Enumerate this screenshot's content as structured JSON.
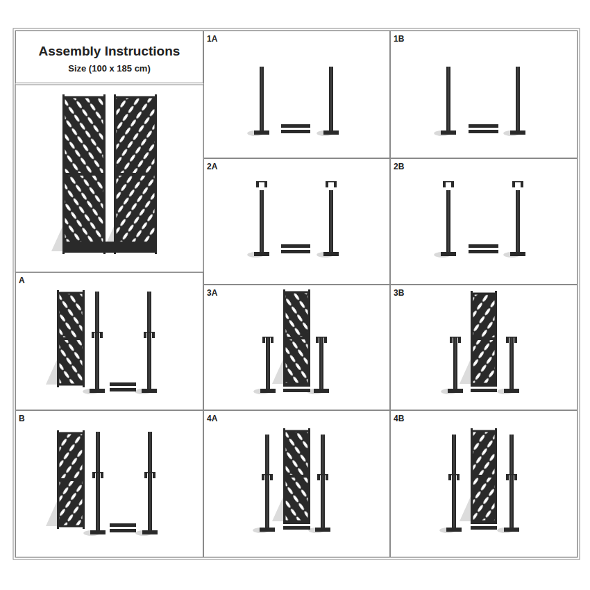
{
  "diagram": {
    "nodes": [
      {
        "text": [
          "Assembly Instructions",
          "Size (100 x 185 cm)"
        ]
      },
      {
        "text": [
          "1A"
        ]
      },
      {
        "text": [
          "1B"
        ]
      },
      {
        "text": [
          "2A"
        ]
      },
      {
        "text": [
          "2B"
        ]
      },
      {
        "text": [
          "A"
        ]
      },
      {
        "text": [
          "3A"
        ]
      },
      {
        "text": [
          "3B"
        ]
      },
      {
        "text": [
          "B"
        ]
      },
      {
        "text": [
          "4A"
        ]
      },
      {
        "text": [
          "4B"
        ]
      }
    ]
  }
}
